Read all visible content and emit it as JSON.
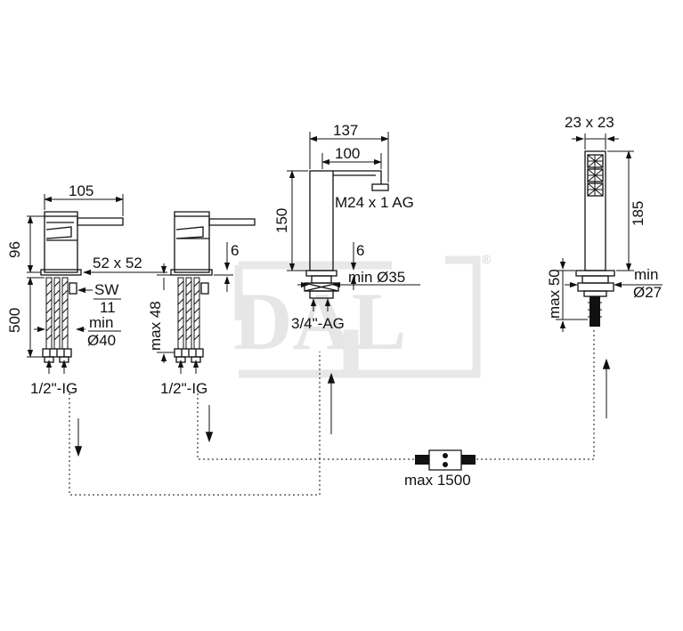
{
  "watermark": {
    "text": "DAL",
    "registered_mark": "®"
  },
  "mixer_1": {
    "width_label": "105",
    "height_label": "96",
    "base_label": "52 x 52",
    "wrench_label": "SW",
    "wrench_value": "11",
    "hose_label": "500",
    "hole_min_label": "min",
    "hole_diameter_label": "Ø40",
    "thread_label": "1/2\"-IG"
  },
  "mixer_2": {
    "deck_label": "6",
    "max_thickness_label": "max 48",
    "thread_label": "1/2\"-IG"
  },
  "spout": {
    "overall_width_label": "137",
    "outlet_width_label": "100",
    "height_label": "150",
    "aerator_label": "M24 x 1 AG",
    "deck_label": "6",
    "hole_min_label": "min Ø35",
    "thread_label": "3/4\"-AG"
  },
  "hand_shower": {
    "section_label": "23 x 23",
    "height_label": "185",
    "max_thickness_label": "max 50",
    "hole_min_label": "min",
    "hole_diameter_label": "Ø27"
  },
  "connection": {
    "max_length_label": "max 1500"
  }
}
